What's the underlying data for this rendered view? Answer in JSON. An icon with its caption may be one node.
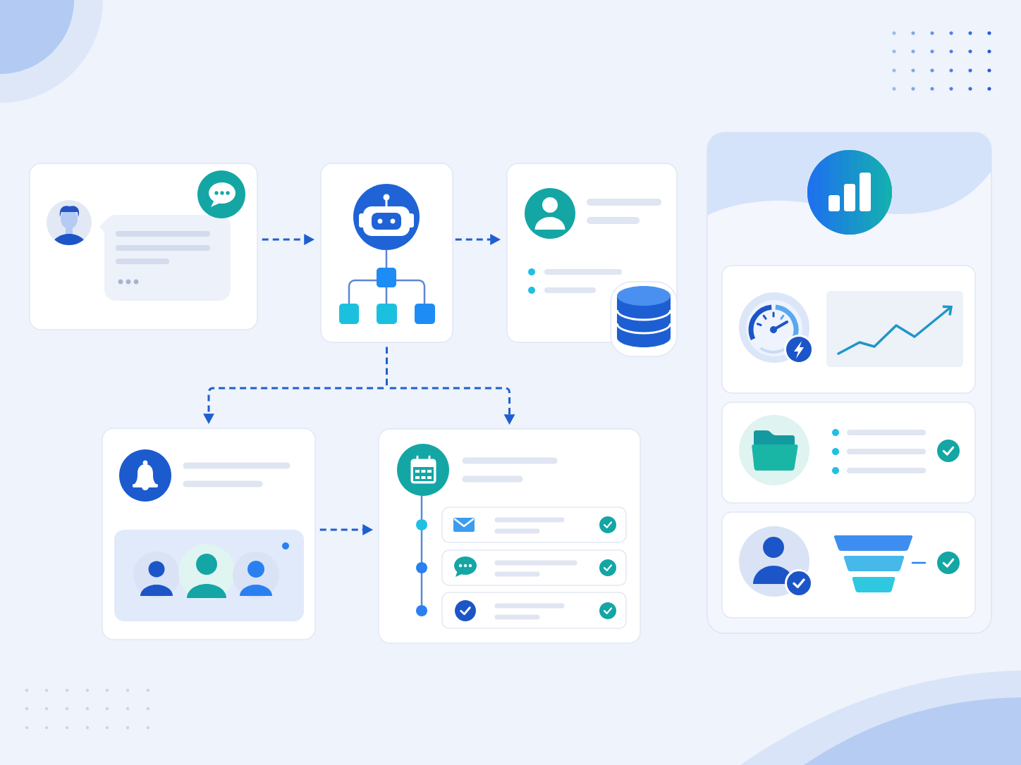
{
  "diagram": {
    "nodes": [
      {
        "text": [],
        "shape": "box"
      },
      {
        "text": [],
        "shape": "box"
      },
      {
        "text": [],
        "shape": "box"
      },
      {
        "text": [],
        "shape": "box"
      },
      {
        "text": [],
        "shape": "box"
      },
      {
        "text": [],
        "shape": "box"
      },
      {
        "text": [],
        "shape": "box",
        "in": 5
      },
      {
        "text": [],
        "shape": "box",
        "in": 5
      },
      {
        "text": [],
        "shape": "box",
        "in": 5
      }
    ],
    "edges": [
      {
        "from": 0,
        "to": 1,
        "arrow": "to",
        "style": "dashed"
      },
      {
        "from": 1,
        "to": 2,
        "arrow": "to",
        "style": "dashed"
      },
      {
        "from": 1,
        "to": 3,
        "arrow": "to",
        "style": "dashed"
      },
      {
        "from": 1,
        "to": 4,
        "arrow": "to",
        "style": "dashed"
      },
      {
        "from": 3,
        "to": 4,
        "arrow": "to",
        "style": "dashed"
      }
    ]
  }
}
